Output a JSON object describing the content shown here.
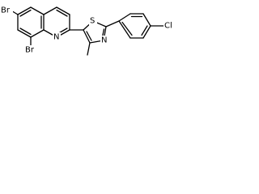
{
  "labels": {
    "br_top": "Br",
    "br_bottom": "Br",
    "n_quinoline": "N",
    "s_thiazole": "S",
    "n_thiazole": "N",
    "cl": "Cl"
  }
}
